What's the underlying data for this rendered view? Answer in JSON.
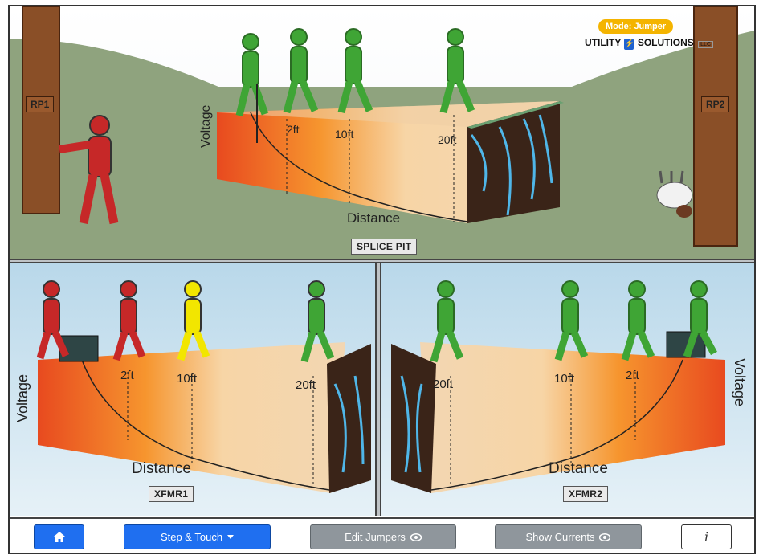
{
  "mode_badge": "Mode: Jumper",
  "brand": {
    "name_a": "UTILITY",
    "name_b": "SOLUTIONS",
    "mark": "LLC"
  },
  "top_panel": {
    "pole_left": "RP1",
    "pole_right": "RP2",
    "voltage_label": "Voltage",
    "distance_label": "Distance",
    "markers": [
      "2ft",
      "10ft",
      "20ft"
    ],
    "location": "SPLICE PIT"
  },
  "bottom_left_panel": {
    "voltage_label": "Voltage",
    "distance_label": "Distance",
    "markers": [
      "2ft",
      "10ft",
      "20ft"
    ],
    "location": "XFMR1"
  },
  "bottom_right_panel": {
    "voltage_label": "Voltage",
    "distance_label": "Distance",
    "markers": [
      "20ft",
      "10ft",
      "2ft"
    ],
    "location": "XFMR2"
  },
  "toolbar": {
    "home_icon": "home-icon",
    "step_touch": "Step & Touch",
    "edit_jumpers": "Edit Jumpers",
    "show_currents": "Show Currents",
    "info": "i"
  },
  "colors": {
    "green": "#3fa535",
    "red": "#c62828",
    "yellow": "#f2e600",
    "ground": "#8fa37e",
    "sky": "#cfe3ee"
  }
}
